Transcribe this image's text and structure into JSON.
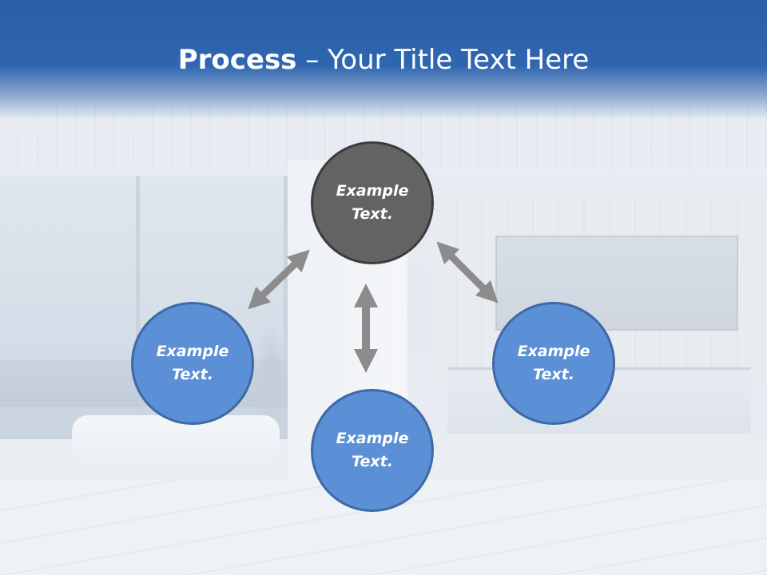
{
  "slide": {
    "title_bold": "Process",
    "title_rest": " – Your Title Text Here"
  },
  "diagram": {
    "nodes": [
      {
        "id": "top",
        "label": "Example Text.",
        "color": "#636363"
      },
      {
        "id": "left",
        "label": "Example Text.",
        "color": "#5b8fd6"
      },
      {
        "id": "bottom",
        "label": "Example Text.",
        "color": "#5b8fd6"
      },
      {
        "id": "right",
        "label": "Example Text.",
        "color": "#5b8fd6"
      }
    ],
    "arrow_color": "#8c8c8c",
    "header_color": "#2f66b0"
  }
}
